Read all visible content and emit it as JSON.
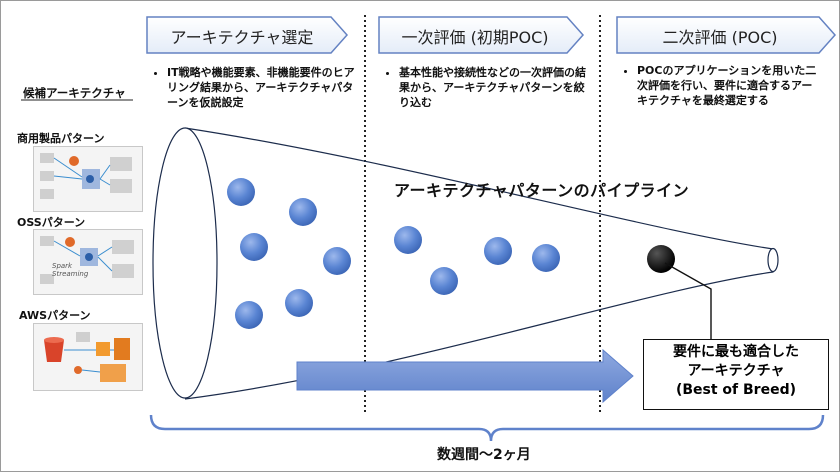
{
  "phases": [
    {
      "label": "アーキテクチャ選定",
      "bullets": [
        "IT戦略や機能要素、非機能要件のヒアリング結果から、アーキテクチャパターンを仮説設定"
      ]
    },
    {
      "label": "一次評価 (初期POC)",
      "bullets": [
        "基本性能や接続性などの一次評価の結果から、アーキテクチャパターンを絞り込む"
      ]
    },
    {
      "label": "二次評価 (POC)",
      "bullets": [
        "POCのアプリケーションを用いた二次評価を行い、要件に適合するアーキテクチャを最終選定する"
      ]
    }
  ],
  "sidebar": {
    "title": "候補アーキテクチャ",
    "patterns": [
      {
        "label": "商用製品パターン"
      },
      {
        "label": "OSSパターン",
        "thumb_text": "Spark Streaming"
      },
      {
        "label": "AWSパターン"
      }
    ]
  },
  "pipeline": {
    "title": "アーキテクチャパターンのパイプライン"
  },
  "result": {
    "line1": "要件に最も適合した",
    "line2": "アーキテクチャ",
    "line3": "(Best of Breed)"
  },
  "duration": "数週間〜2ヶ月",
  "colors": {
    "ball": "#4f7dcc",
    "arrow": "#6d8fd1",
    "arrow_header": "#6482c2",
    "chosen": "#000000"
  }
}
